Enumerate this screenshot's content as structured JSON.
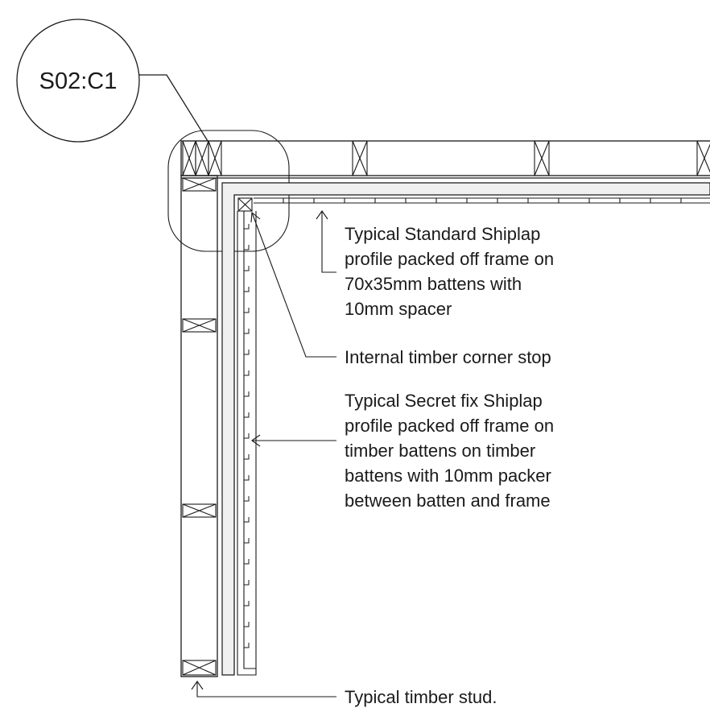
{
  "detail_tag": "S02:C1",
  "annotations": {
    "shiplap_standard": [
      "Typical Standard Shiplap",
      "profile packed off frame on",
      "70x35mm battens with",
      "10mm spacer"
    ],
    "corner_stop": [
      "Internal timber corner stop"
    ],
    "secret_fix": [
      "Typical Secret fix Shiplap",
      "profile packed off frame on",
      "timber battens on timber",
      "battens with 10mm packer",
      "between batten and frame"
    ],
    "stud": [
      "Typical timber stud."
    ]
  },
  "colors": {
    "line": "#1a1a1a",
    "cladding_fill": "#f0f0f0",
    "background": "#ffffff"
  }
}
